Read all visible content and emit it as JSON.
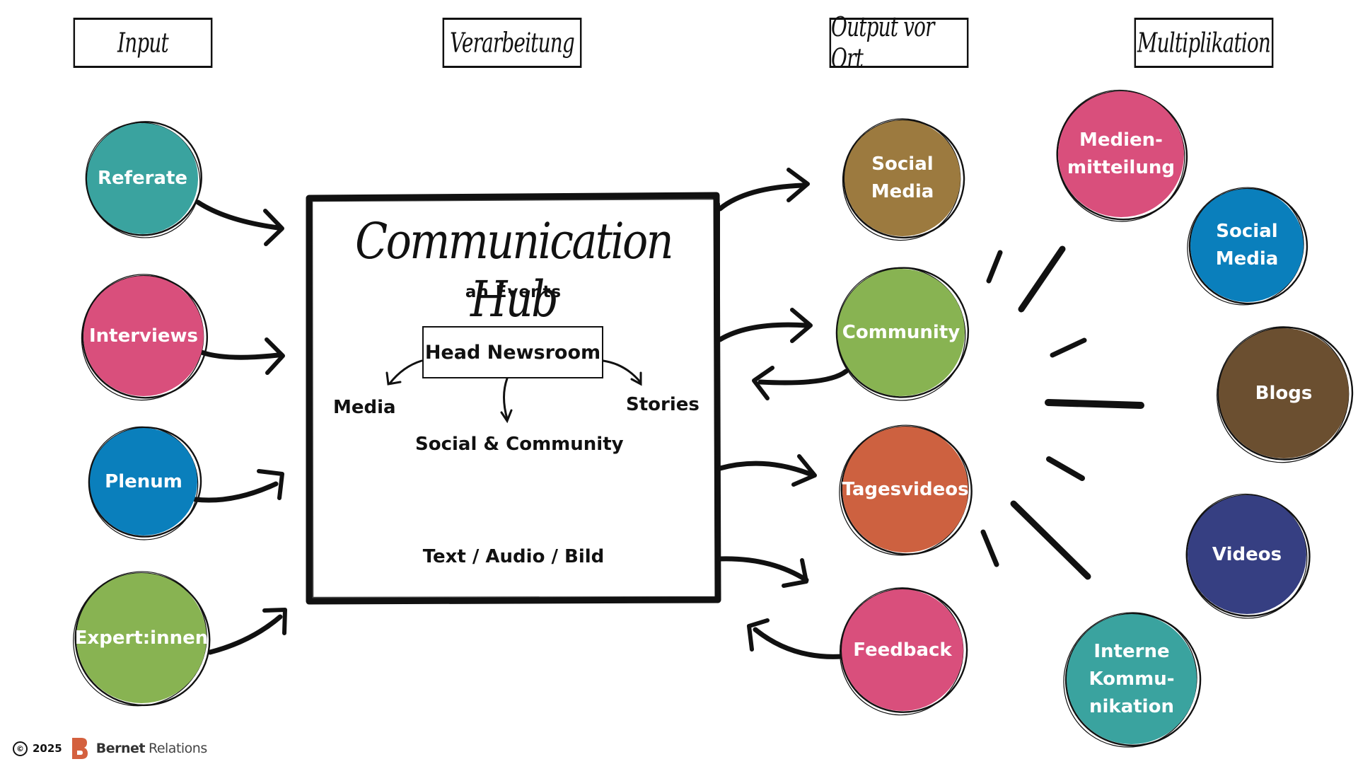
{
  "headers": {
    "input": "Input",
    "processing": "Verarbeitung",
    "output": "Output vor Ort",
    "multiplication": "Multiplikation"
  },
  "hub": {
    "title": "Communication Hub",
    "subtitle": "an Events",
    "center_box": "Head Newsroom",
    "branches": {
      "left": "Media",
      "center": "Social & Community",
      "right": "Stories"
    },
    "formats": "Text / Audio / Bild"
  },
  "inputs": [
    {
      "label": "Referate",
      "color": "#3aa39f"
    },
    {
      "label": "Interviews",
      "color": "#d94f7c"
    },
    {
      "label": "Plenum",
      "color": "#0a7fbc"
    },
    {
      "label": "Expert:innen",
      "color": "#88b352"
    }
  ],
  "outputs": [
    {
      "label": "Social\nMedia",
      "color": "#9c7a3f",
      "direction": "outgoing"
    },
    {
      "label": "Community",
      "color": "#88b352",
      "direction": "bidirectional"
    },
    {
      "label": "Tagesvideos",
      "color": "#cd6140",
      "direction": "outgoing"
    },
    {
      "label": "Feedback",
      "color": "#d94f7c",
      "direction": "incoming"
    }
  ],
  "multiplication": [
    {
      "label": "Medien-\nmitteilung",
      "color": "#d94f7c"
    },
    {
      "label": "Social\nMedia",
      "color": "#0a7fbc"
    },
    {
      "label": "Blogs",
      "color": "#6b4f30"
    },
    {
      "label": "Videos",
      "color": "#363f82"
    },
    {
      "label": "Interne\nKommu-\nnikation",
      "color": "#3aa39f"
    }
  ],
  "footer": {
    "copyright_icon": "©",
    "year": "2025",
    "brand_bold": "Bernet",
    "brand_light": "Relations",
    "logo_color": "#d4603e"
  },
  "colors": {
    "ink": "#111111",
    "background": "#ffffff"
  }
}
